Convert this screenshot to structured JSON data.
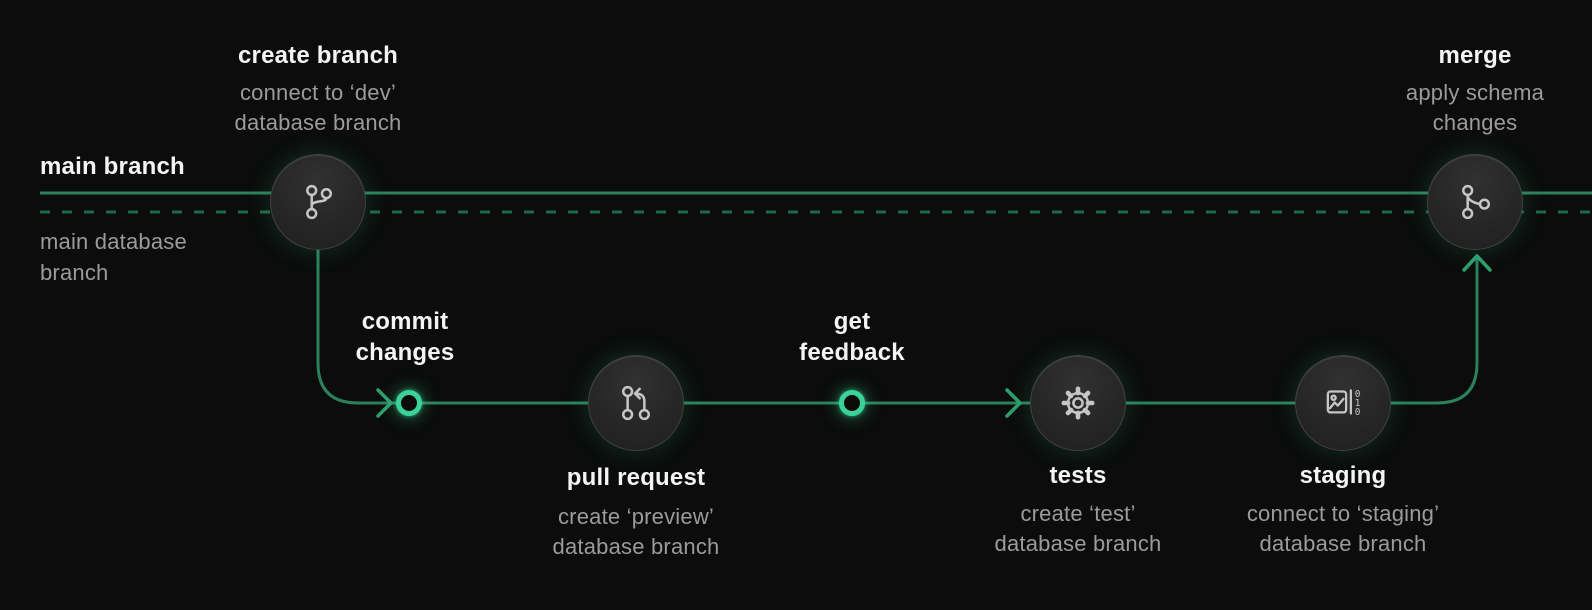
{
  "diagram": {
    "description": "git workflow with database branching",
    "colors": {
      "background": "#0b0c0b",
      "main_line_green": "#2c815d",
      "dashed_line_green": "#20664a",
      "arrow_green": "#2f9e6e",
      "ring_bright_green": "#3ad29a",
      "node_fill": "#262626",
      "node_border": "#414141",
      "icon_stroke": "#c6c6c6",
      "title_text": "#f4f4f4",
      "subtitle_text": "#9b9b9b"
    },
    "main_branch": {
      "label": "main branch",
      "db_label": "main database branch"
    },
    "steps": {
      "create_branch": {
        "title": "create branch",
        "subtitle_line1": "connect to ‘dev’",
        "subtitle_line2": "database branch",
        "icon": "git-branch-icon"
      },
      "commit": {
        "line1": "commit",
        "line2": "changes"
      },
      "pull_request": {
        "title": "pull request",
        "subtitle_line1": "create ‘preview’",
        "subtitle_line2": "database branch",
        "icon": "git-pull-request-icon"
      },
      "feedback": {
        "line1": "get",
        "line2": "feedback"
      },
      "tests": {
        "title": "tests",
        "subtitle_line1": "create ‘test’",
        "subtitle_line2": "database branch",
        "icon": "gear-icon"
      },
      "staging": {
        "title": "staging",
        "subtitle_line1": "connect to ‘staging’",
        "subtitle_line2": "database branch",
        "icon": "image-data-icon",
        "icon_digits": [
          "0",
          "1",
          "0"
        ]
      },
      "merge": {
        "title": "merge",
        "subtitle_line1": "apply schema",
        "subtitle_line2": "changes",
        "icon": "git-merge-icon"
      }
    }
  }
}
